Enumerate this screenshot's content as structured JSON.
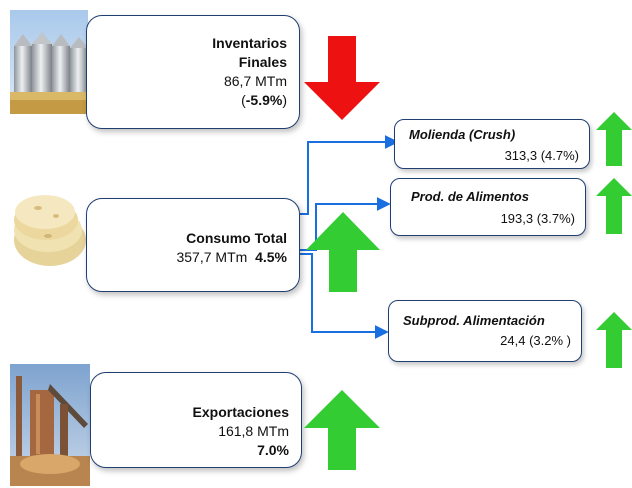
{
  "inventarios": {
    "title_line1": "Inventarios",
    "title_line2": "Finales",
    "value": "86,7 MTm",
    "change_open": "(",
    "change_pct": "-5.9%",
    "change_close": ")",
    "trend": "down"
  },
  "consumo": {
    "title": "Consumo Total",
    "value": "357,7 MTm",
    "change_pct": "4.5%",
    "trend": "up"
  },
  "exportaciones": {
    "title": "Exportaciones",
    "value": "161,8 MTm",
    "change_pct": "7.0%",
    "trend": "up"
  },
  "subitems": [
    {
      "label": "Molienda (Crush)",
      "value": "313,3 (4.7%)",
      "trend": "up"
    },
    {
      "label": "Prod. de Alimentos",
      "value": "193,3 (3.7%)",
      "trend": "up"
    },
    {
      "label": "Subprod. Alimentación",
      "value": "24,4 (3.2% )",
      "trend": "up"
    }
  ],
  "colors": {
    "up_arrow": "#33cc33",
    "down_arrow": "#ee1111",
    "connector": "#1a6fe0",
    "box_border": "#1f3f73"
  }
}
